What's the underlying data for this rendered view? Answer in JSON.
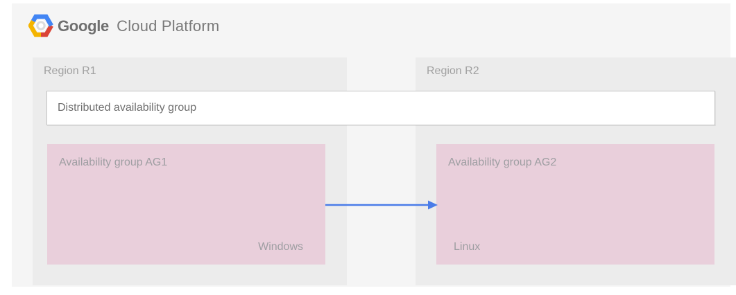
{
  "header": {
    "brand_primary": "Google",
    "brand_secondary": "Cloud Platform"
  },
  "distributed_group": {
    "label": "Distributed availability group"
  },
  "regions": [
    {
      "label": "Region R1",
      "availability_group": {
        "label": "Availability group AG1",
        "os": "Windows"
      }
    },
    {
      "label": "Region R2",
      "availability_group": {
        "label": "Availability group AG2",
        "os": "Linux"
      }
    }
  ],
  "arrow": {
    "from": "Availability group AG1",
    "to": "Availability group AG2",
    "direction": "right"
  },
  "colors": {
    "page_bg": "#f5f5f5",
    "region_bg": "#ececec",
    "availability_group_bg": "#e9cfdb",
    "arrow_blue": "#4a7ce8",
    "logo_blue": "#4285f4",
    "logo_red": "#db4437",
    "logo_yellow": "#f4b400",
    "logo_ring_gray": "#dcdcdc",
    "muted_text": "#9e9e9e",
    "dark_text": "#6e6e6e"
  }
}
